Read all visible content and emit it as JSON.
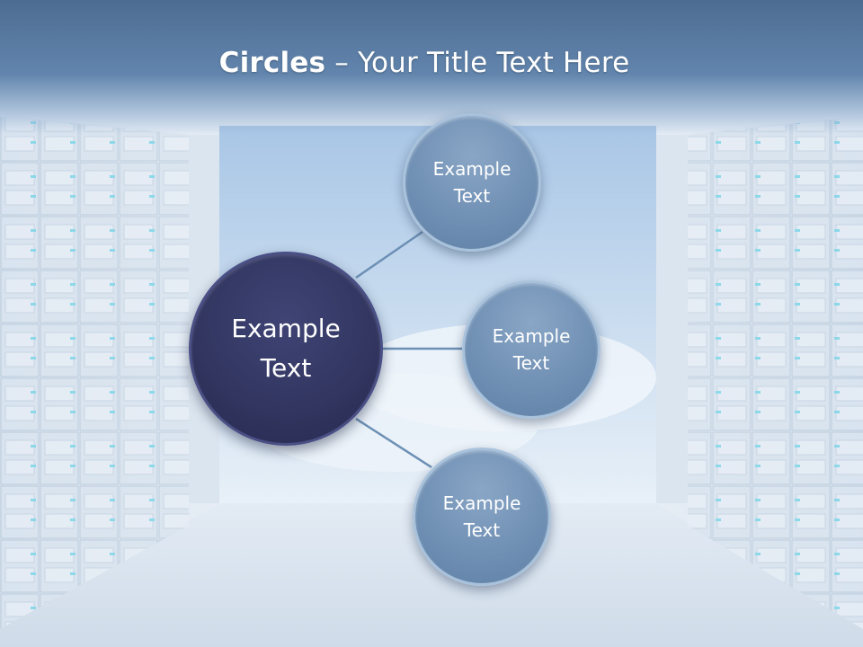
{
  "slide": {
    "title_bold": "Circles",
    "title_rest": " – Your Title Text Here"
  },
  "diagram": {
    "center": "Example\nText",
    "satellites": [
      "Example\nText",
      "Example\nText",
      "Example\nText"
    ]
  },
  "colors": {
    "header": "#5779a0",
    "center_circle": "#31355f",
    "satellite_circle": "#7090b4",
    "connector": "#6c8fb5",
    "text": "#ffffff"
  }
}
